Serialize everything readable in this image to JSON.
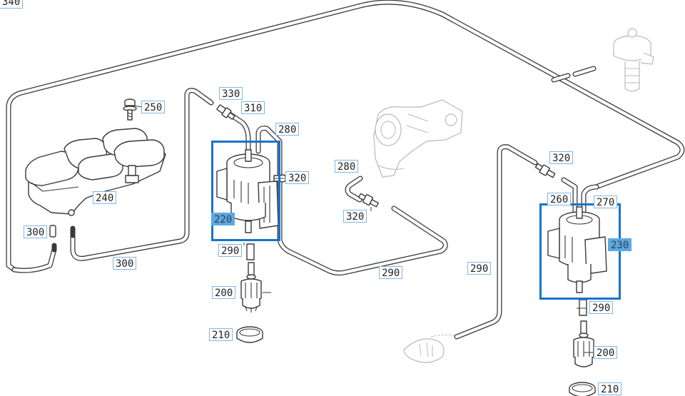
{
  "corner_label": "340",
  "callouts": {
    "c250": "250",
    "c330": "330",
    "c310": "310",
    "c280a": "280",
    "c320a": "320",
    "c280b": "280",
    "c320b": "320",
    "c240": "240",
    "c300a": "300",
    "c300b": "300",
    "c220": "220",
    "c290a": "290",
    "c290b": "290",
    "c200a": "200",
    "c210a": "210",
    "c290c": "290",
    "c320c": "320",
    "c260": "260",
    "c270": "270",
    "c230": "230",
    "c290d": "290",
    "c200b": "200",
    "c210b": "210"
  },
  "highlighted_callouts": [
    "220",
    "230"
  ],
  "selection_color": "#1a73c9",
  "highlight_color": "#5aa9e6",
  "callout_border_color": "#7fb7e6"
}
